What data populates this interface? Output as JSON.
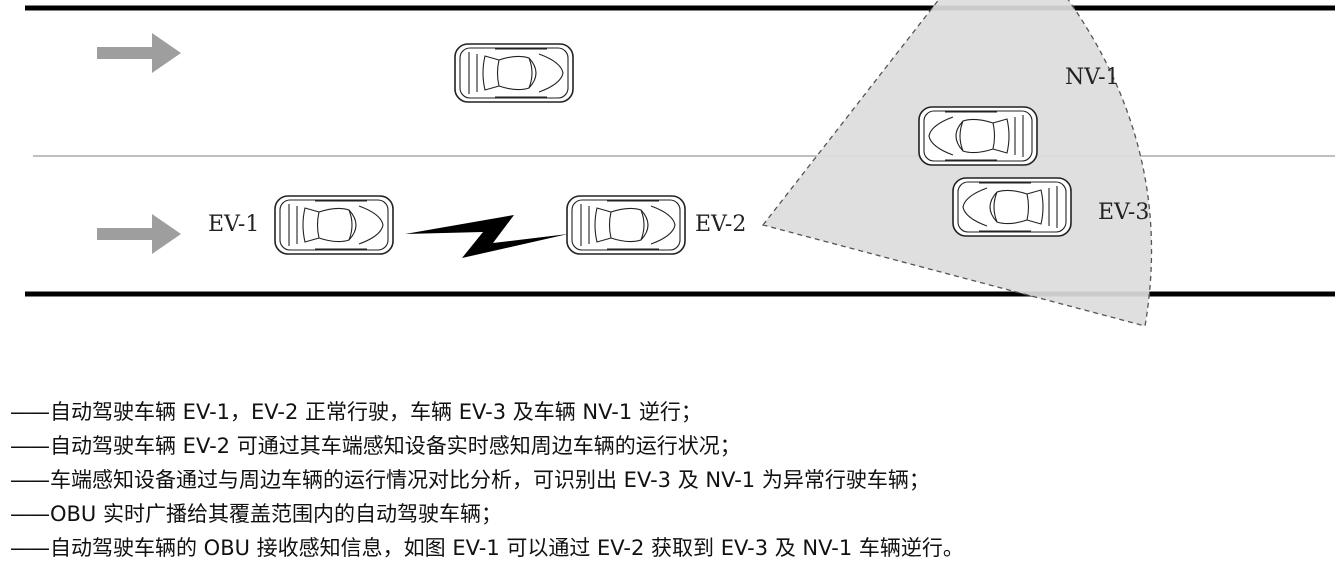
{
  "vehicles": {
    "ev1": "EV-1",
    "ev2": "EV-2",
    "ev3": "EV-3",
    "nv1": "NV-1"
  },
  "icons": {
    "direction_arrow": "right-arrow-icon",
    "comm_link": "lightning-link-icon",
    "sensor_field": "sensor-coverage-sector"
  },
  "colors": {
    "road_line": "#000000",
    "arrow": "#9e9e9e",
    "coverage": "#dcdcdc",
    "car_outline": "#222222"
  },
  "legend": {
    "dash": "——",
    "items": [
      "自动驾驶车辆 EV-1，EV-2 正常行驶，车辆 EV-3 及车辆 NV-1 逆行；",
      "自动驾驶车辆 EV-2 可通过其车端感知设备实时感知周边车辆的运行状况；",
      "车端感知设备通过与周边车辆的运行情况对比分析，可识别出 EV-3 及 NV-1 为异常行驶车辆；",
      "OBU 实时广播给其覆盖范围内的自动驾驶车辆；",
      "自动驾驶车辆的 OBU 接收感知信息，如图 EV-1 可以通过 EV-2 获取到 EV-3 及 NV-1 车辆逆行。"
    ]
  }
}
